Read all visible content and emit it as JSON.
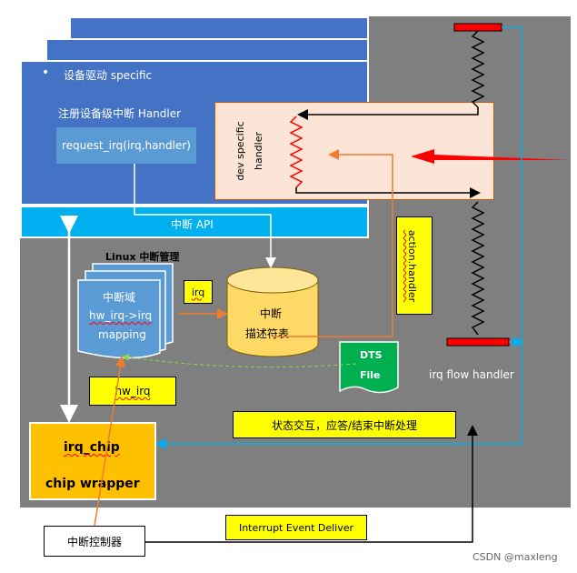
{
  "driver": {
    "bullet": "•",
    "title": "设备驱动 specific",
    "register_label": "注册设备级中断 Handler",
    "request_call": "request_irq(irq,handler)"
  },
  "api": {
    "label": "中断 API"
  },
  "dev_handler": {
    "line1": "dev specific",
    "line2": "handler"
  },
  "linux_irq": {
    "title": "Linux 中断管理",
    "domain_line1": "中断域",
    "domain_line2": "hw_irq->irq",
    "domain_line3": "mapping",
    "irq_label": "irq",
    "hw_irq_label": "hw_irq",
    "descriptor_line1": "中断",
    "descriptor_line2": "描述符表"
  },
  "action_handler": "action.handler",
  "dts": {
    "line1": "DTS",
    "line2": "File"
  },
  "irq_flow_handler": "irq flow handler",
  "state_interaction": "状态交互，应答/结束中断处理",
  "irq_chip": {
    "line1": "irq_chip",
    "line2": "chip wrapper"
  },
  "controller": "中断控制器",
  "event_deliver": "Interrupt Event Deliver",
  "watermark": "CSDN @maxleng",
  "colors": {
    "driver_blue": "#4472c4",
    "api_cyan": "#00b0f0",
    "panel_gray": "#7f7f7f",
    "handler_peach": "#fce4d6",
    "chip_orange": "#ffc000",
    "label_yellow": "#ffff00",
    "dts_green": "#00b050",
    "arrow_orange": "#ed7d31",
    "arrow_red": "#ff0000"
  }
}
